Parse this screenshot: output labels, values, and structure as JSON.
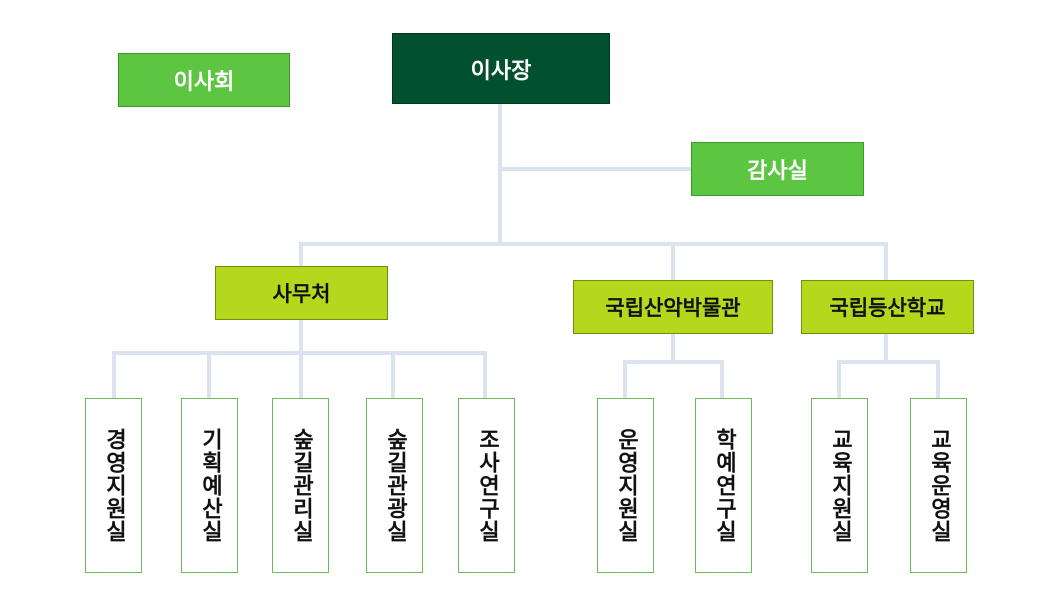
{
  "chart": {
    "chairman": "이사장",
    "board": "이사회",
    "audit": "감사실",
    "secretariat": {
      "label": "사무처",
      "units": [
        "경영지원실",
        "기획예산실",
        "숲길관리실",
        "숲길관광실",
        "조사연구실"
      ]
    },
    "museum": {
      "label": "국립산악박물관",
      "units": [
        "운영지원실",
        "학예연구실"
      ]
    },
    "school": {
      "label": "국립등산학교",
      "units": [
        "교육지원실",
        "교육운영실"
      ]
    }
  },
  "colors": {
    "chairman_fill": "#03502e",
    "green_fill": "#5cc542",
    "lime_fill": "#b5d81c",
    "leaf_border": "#6dbb5a",
    "connector": "#dbe3f1"
  }
}
